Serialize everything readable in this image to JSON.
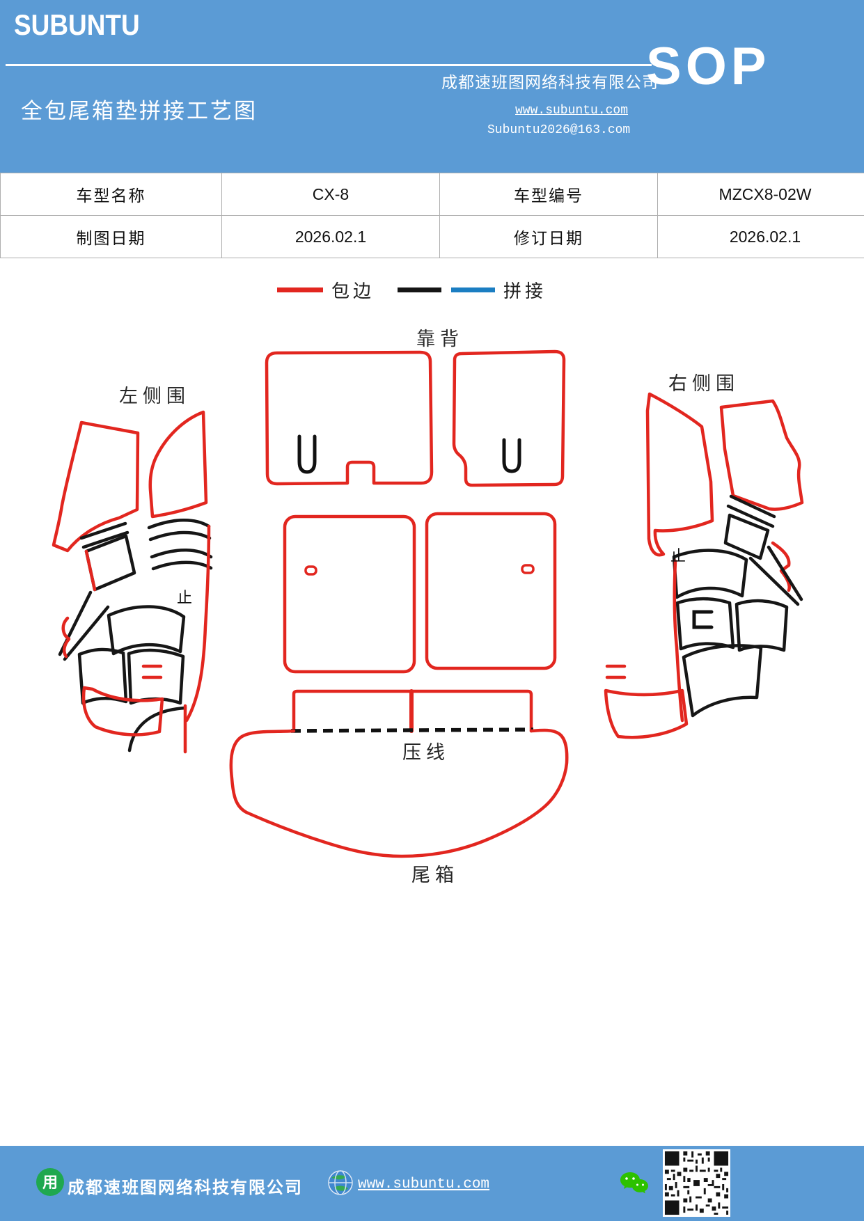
{
  "colors": {
    "header_blue": "#5b9bd5",
    "binding_red": "#e2261f",
    "stitch_black": "#151515",
    "stitch_blue": "#1b7ec2"
  },
  "header": {
    "logo": "SUBUNTU",
    "company": "成都速班图网络科技有限公司",
    "title": "全包尾箱垫拼接工艺图",
    "website": "www.subuntu.com",
    "email": "Subuntu2026@163.com",
    "sop": "SOP"
  },
  "info_table": {
    "rows": [
      {
        "cells": [
          "车型名称",
          "CX-8",
          "车型编号",
          "MZCX8-02W"
        ]
      },
      {
        "cells": [
          "制图日期",
          "2026.02.1",
          "修订日期",
          "2026.02.1"
        ]
      }
    ]
  },
  "legend": {
    "wrap_label": "包边",
    "stitch_label": "拼接"
  },
  "diagram": {
    "labels": {
      "backrest": "靠背",
      "left_side": "左侧围",
      "right_side": "右侧围",
      "press_line": "压线",
      "trunk": "尾箱",
      "stop_left": "止",
      "stop_right": "止"
    }
  },
  "footer": {
    "company": "成都速班图网络科技有限公司",
    "website": "www.subuntu.com",
    "logo_glyph": "用"
  }
}
